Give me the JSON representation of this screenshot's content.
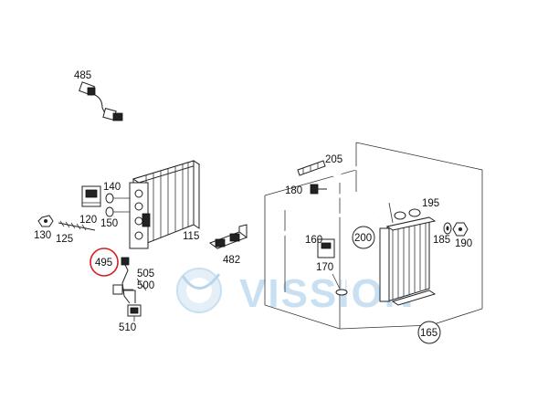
{
  "callouts": [
    {
      "id": "485",
      "label": "485"
    },
    {
      "id": "140",
      "label": "140"
    },
    {
      "id": "120",
      "label": "120"
    },
    {
      "id": "150",
      "label": "150"
    },
    {
      "id": "130",
      "label": "130"
    },
    {
      "id": "125",
      "label": "125"
    },
    {
      "id": "115",
      "label": "115"
    },
    {
      "id": "495",
      "label": "495"
    },
    {
      "id": "505",
      "label": "505"
    },
    {
      "id": "500",
      "label": "500"
    },
    {
      "id": "510",
      "label": "510"
    },
    {
      "id": "482",
      "label": "482"
    },
    {
      "id": "205",
      "label": "205"
    },
    {
      "id": "180",
      "label": "180"
    },
    {
      "id": "160",
      "label": "160"
    },
    {
      "id": "195",
      "label": "195"
    },
    {
      "id": "200",
      "label": "200"
    },
    {
      "id": "185",
      "label": "185"
    },
    {
      "id": "190",
      "label": "190"
    },
    {
      "id": "170",
      "label": "170"
    },
    {
      "id": "165",
      "label": "165"
    }
  ],
  "highlight": {
    "label_id": "495",
    "color": "#d42020"
  },
  "watermark": {
    "text": "VISSION",
    "color": "#9cc7e6"
  }
}
